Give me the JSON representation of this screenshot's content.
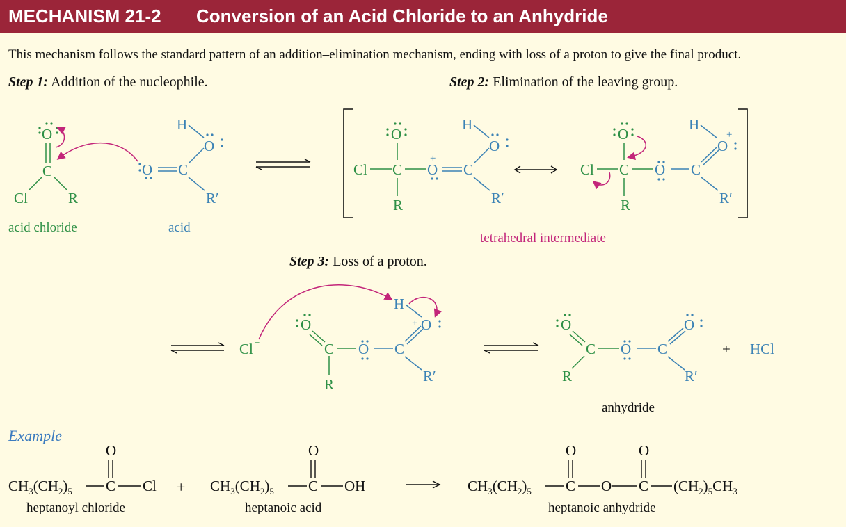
{
  "header": {
    "code": "MECHANISM 21-2",
    "title": "Conversion of an Acid Chloride to an Anhydride"
  },
  "intro": "This mechanism follows the standard pattern of an addition–elimination mechanism, ending with loss of a proton to give the final product.",
  "steps": [
    {
      "label": "Step 1:",
      "text": "Addition of the nucleophile."
    },
    {
      "label": "Step 2:",
      "text": "Elimination of the leaving group."
    },
    {
      "label": "Step 3:",
      "text": "Loss of a proton."
    }
  ],
  "captions": {
    "acid_chloride": "acid chloride",
    "acid": "acid",
    "tetrahedral": "tetrahedral intermediate",
    "anhydride": "anhydride"
  },
  "example": {
    "label": "Example",
    "reactant1_name": "heptanoyl chloride",
    "reactant2_name": "heptanoic acid",
    "product_name": "heptanoic anhydride",
    "plus": "+"
  },
  "colors": {
    "header": "#9b2539",
    "background": "#fffbe3",
    "green": "#2e9046",
    "blue": "#3b82b5",
    "magenta": "#c3257a"
  }
}
